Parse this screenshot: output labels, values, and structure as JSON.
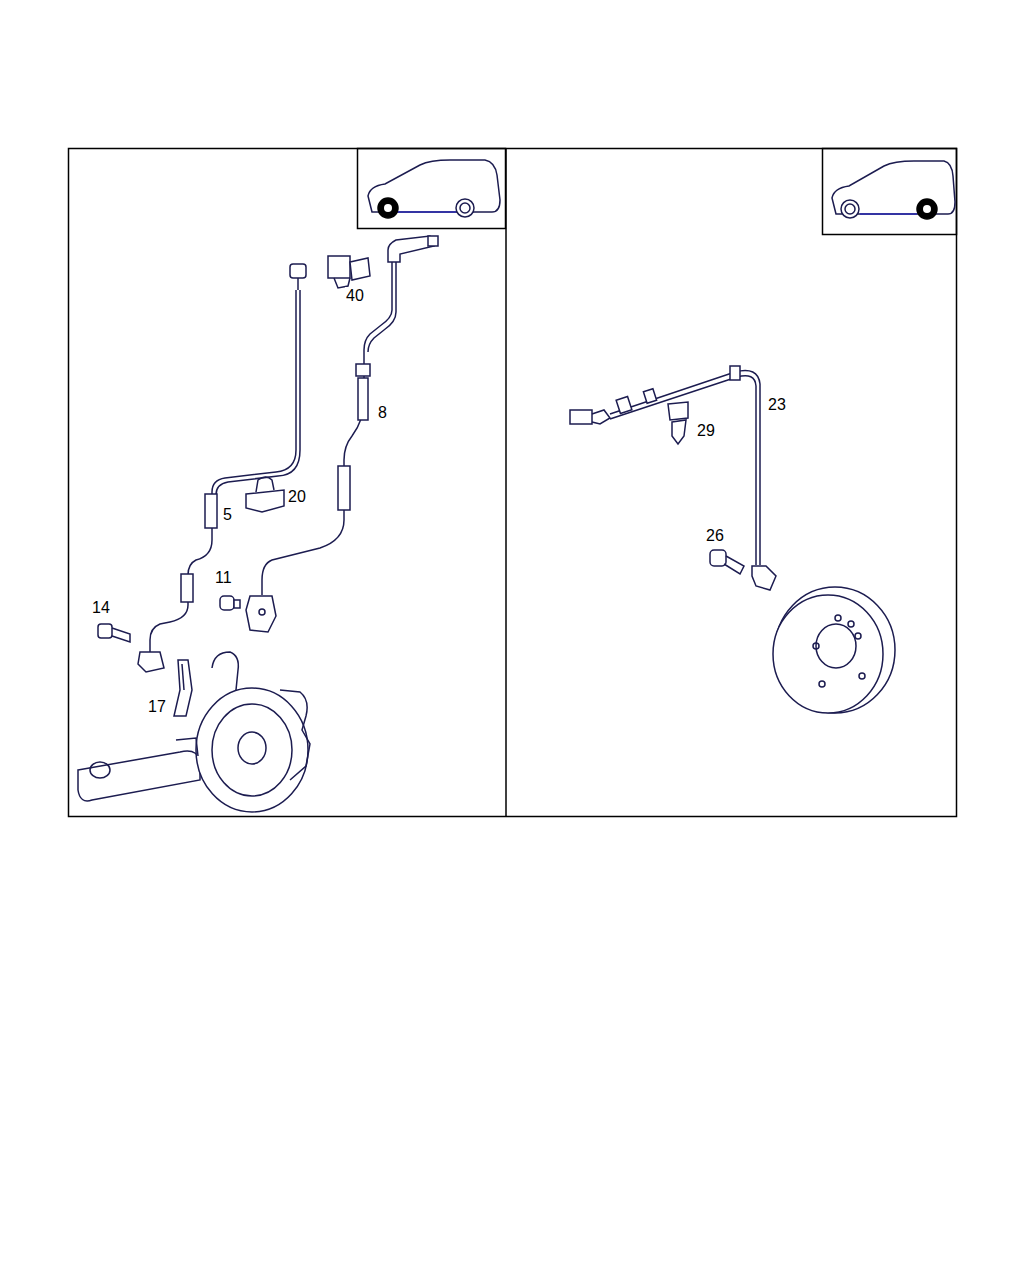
{
  "diagram": {
    "labels": [
      "40",
      "8",
      "20",
      "5",
      "11",
      "14",
      "17",
      "23",
      "29",
      "26"
    ]
  }
}
